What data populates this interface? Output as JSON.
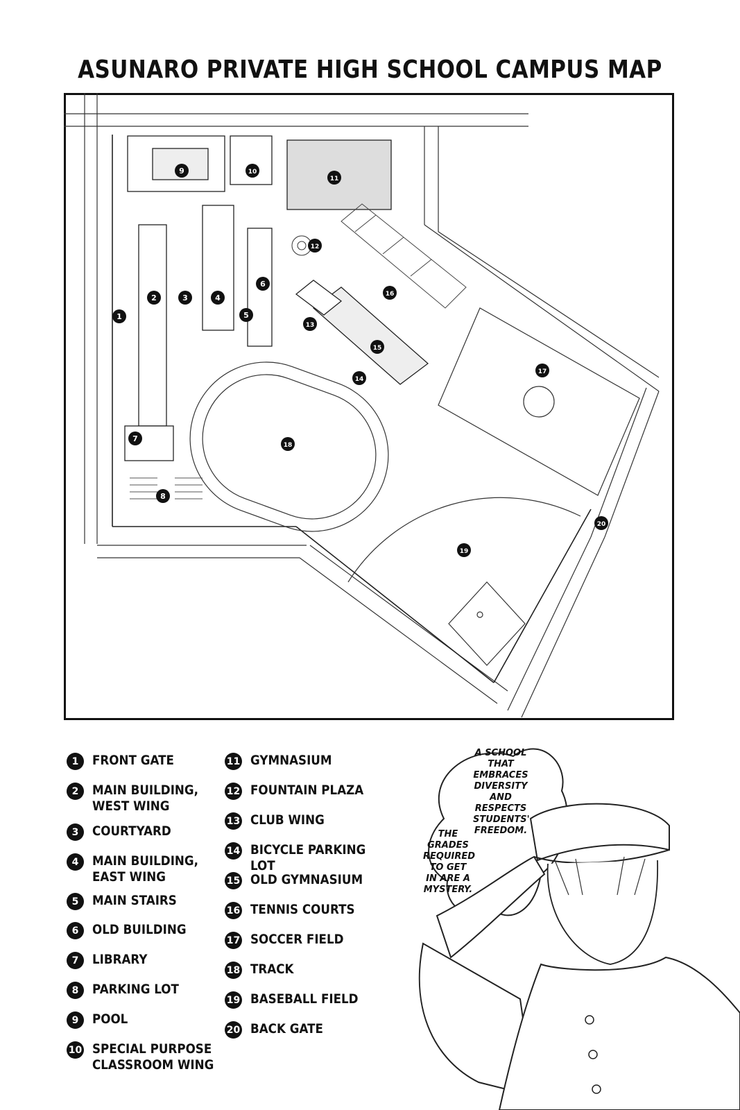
{
  "title": "ASUNARO PRIVATE HIGH SCHOOL CAMPUS MAP",
  "map_markers": [
    {
      "num": "1"
    },
    {
      "num": "2"
    },
    {
      "num": "3"
    },
    {
      "num": "4"
    },
    {
      "num": "5"
    },
    {
      "num": "6"
    },
    {
      "num": "7"
    },
    {
      "num": "8"
    },
    {
      "num": "9"
    },
    {
      "num": "10"
    },
    {
      "num": "11"
    },
    {
      "num": "12"
    },
    {
      "num": "13"
    },
    {
      "num": "14"
    },
    {
      "num": "15"
    },
    {
      "num": "16"
    },
    {
      "num": "17"
    },
    {
      "num": "18"
    },
    {
      "num": "19"
    },
    {
      "num": "20"
    }
  ],
  "legend": [
    {
      "num": "1",
      "label": "FRONT GATE"
    },
    {
      "num": "2",
      "label": "MAIN BUILDING,\nWEST WING"
    },
    {
      "num": "3",
      "label": "COURTYARD"
    },
    {
      "num": "4",
      "label": "MAIN BUILDING,\nEAST WING"
    },
    {
      "num": "5",
      "label": "MAIN STAIRS"
    },
    {
      "num": "6",
      "label": "OLD BUILDING"
    },
    {
      "num": "7",
      "label": "LIBRARY"
    },
    {
      "num": "8",
      "label": "PARKING LOT"
    },
    {
      "num": "9",
      "label": "POOL"
    },
    {
      "num": "10",
      "label": "SPECIAL PURPOSE\nCLASSROOM WING"
    },
    {
      "num": "11",
      "label": "GYMNASIUM"
    },
    {
      "num": "12",
      "label": "FOUNTAIN PLAZA"
    },
    {
      "num": "13",
      "label": "CLUB WING"
    },
    {
      "num": "14",
      "label": "BICYCLE PARKING LOT"
    },
    {
      "num": "15",
      "label": "OLD GYMNASIUM"
    },
    {
      "num": "16",
      "label": "TENNIS COURTS"
    },
    {
      "num": "17",
      "label": "SOCCER FIELD"
    },
    {
      "num": "18",
      "label": "TRACK"
    },
    {
      "num": "19",
      "label": "BASEBALL FIELD"
    },
    {
      "num": "20",
      "label": "BACK GATE"
    }
  ],
  "speech": {
    "bubble_1": "A SCHOOL\nTHAT\nEMBRACES\nDIVERSITY\nAND\nRESPECTS\nSTUDENTS'\nFREEDOM.",
    "bubble_2": "THE\nGRADES\nREQUIRED\nTO GET\nIN ARE A\nMYSTERY."
  }
}
